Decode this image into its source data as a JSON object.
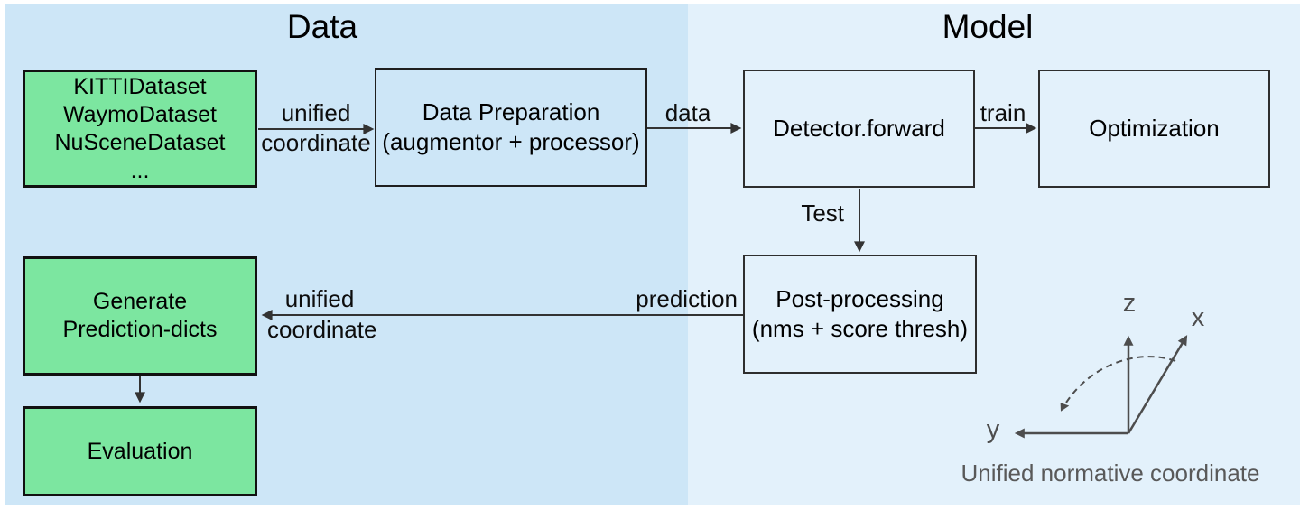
{
  "sections": {
    "data": {
      "title": "Data"
    },
    "model": {
      "title": "Model"
    }
  },
  "boxes": {
    "datasets": {
      "lines": [
        "KITTIDataset",
        "WaymoDataset",
        "NuSceneDataset",
        "..."
      ]
    },
    "data_preparation": {
      "lines": [
        "Data Preparation",
        "(augmentor + processor)"
      ]
    },
    "detector": {
      "lines": [
        "Detector.forward"
      ]
    },
    "optimization": {
      "lines": [
        "Optimization"
      ]
    },
    "post_processing": {
      "lines": [
        "Post-processing",
        "(nms + score thresh)"
      ]
    },
    "generate_prediction": {
      "lines": [
        "Generate",
        "Prediction-dicts"
      ]
    },
    "evaluation": {
      "lines": [
        "Evaluation"
      ]
    }
  },
  "arrow_labels": {
    "datasets_to_prep_line1": "unified",
    "datasets_to_prep_line2": "coordinate",
    "prep_to_detector": "data",
    "detector_to_optimization": "train",
    "detector_to_postprocessing": "Test",
    "postprocessing_prediction": "prediction",
    "postprocessing_to_generate_line1": "unified",
    "postprocessing_to_generate_line2": "coordinate"
  },
  "coordinate_diagram": {
    "z_label": "z",
    "x_label": "x",
    "y_label": "y",
    "caption": "Unified normative coordinate"
  },
  "colors": {
    "green_fill": "#7ce6a0",
    "data_panel": "#cde6f7",
    "model_panel": "#e3f1fb",
    "box_border": "#1f1f1f",
    "arrow": "#333333",
    "axis_gray": "#4d4d4d",
    "caption_gray": "#595959"
  }
}
